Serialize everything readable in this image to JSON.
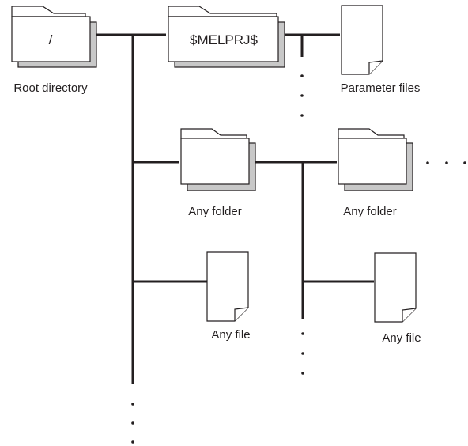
{
  "nodes": {
    "root": {
      "folder_text": "/",
      "label": "Root directory"
    },
    "melprj": {
      "folder_text": "$MELPRJ$"
    },
    "parameter_files": {
      "label": "Parameter files"
    },
    "any_folder_1": {
      "label": "Any folder"
    },
    "any_folder_2": {
      "label": "Any folder"
    },
    "any_file_1": {
      "label": "Any file"
    },
    "any_file_2": {
      "label": "Any file"
    }
  },
  "icons": {
    "folder": "folder-icon",
    "file": "file-icon",
    "continuation": "ellipsis-dots"
  },
  "colors": {
    "line": "#231f20",
    "folder_shadow": "#c8c8c8",
    "background": "#ffffff"
  }
}
